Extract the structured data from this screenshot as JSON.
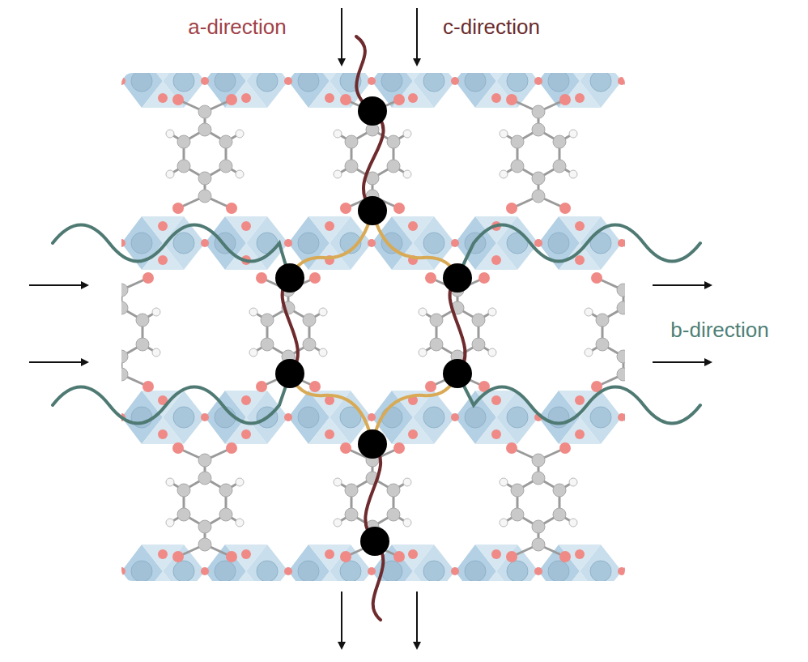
{
  "diagram": {
    "labels": [
      "a-direction",
      "c-direction",
      "b-direction"
    ]
  }
}
